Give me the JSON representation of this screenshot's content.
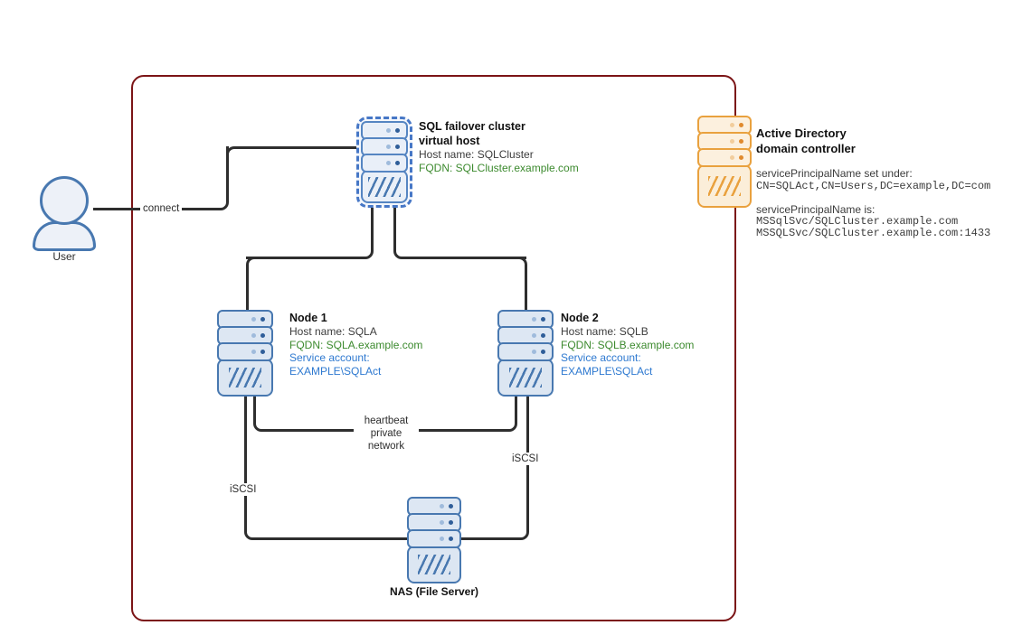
{
  "diagram": {
    "user": {
      "label": "User",
      "connect_label": "connect"
    },
    "virtual_host": {
      "title_line1": "SQL failover cluster",
      "title_line2": "virtual host",
      "host_name": "Host name: SQLCluster",
      "fqdn": "FQDN: SQLCluster.example.com"
    },
    "node1": {
      "title": "Node 1",
      "host_name": "Host name: SQLA",
      "fqdn": "FQDN: SQLA.example.com",
      "service_account_label": "Service account:",
      "service_account": "EXAMPLE\\SQLAct"
    },
    "node2": {
      "title": "Node 2",
      "host_name": "Host name: SQLB",
      "fqdn": "FQDN: SQLB.example.com",
      "service_account_label": "Service account:",
      "service_account": "EXAMPLE\\SQLAct"
    },
    "nas": {
      "label": "NAS (File Server)"
    },
    "active_directory": {
      "title_line1": "Active Directory",
      "title_line2": "domain controller",
      "spn_set_label": "servicePrincipalName set under:",
      "spn_set_value": "CN=SQLAct,CN=Users,DC=example,DC=com",
      "spn_is_label": "servicePrincipalName is:",
      "spn_value1": "MSSqlSvc/SQLCluster.example.com",
      "spn_value2": "MSSQLSvc/SQLCluster.example.com:1433"
    },
    "labels": {
      "heartbeat": [
        "heartbeat",
        "private",
        "network"
      ],
      "iscsi_left": "iSCSI",
      "iscsi_right": "iSCSI"
    },
    "colors": {
      "boundary": "#7B1416",
      "server_blue": "#4878B0",
      "server_orange": "#E9A13E",
      "fqdn_green": "#3C8A2E",
      "account_blue": "#2E79D0",
      "line": "#2E2E2E"
    }
  }
}
